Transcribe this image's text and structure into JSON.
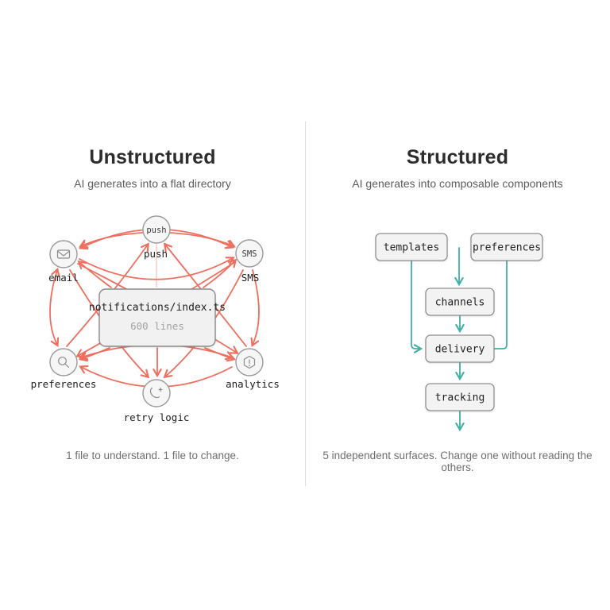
{
  "left": {
    "title": "Unstructured",
    "subtitle": "AI generates into a flat directory",
    "caption": "1 file to understand. 1 file to change.",
    "box": {
      "title": "notifications/index.ts",
      "subtitle": "600 lines"
    },
    "arrow_color": "#ee6f5f",
    "nodes": [
      {
        "id": "push",
        "label": "push",
        "circle_text": "push",
        "icon": "none"
      },
      {
        "id": "email",
        "label": "email",
        "circle_text": "",
        "icon": "envelope-icon"
      },
      {
        "id": "sms",
        "label": "SMS",
        "circle_text": "SMS",
        "icon": "none"
      },
      {
        "id": "preferences",
        "label": "preferences",
        "circle_text": "",
        "icon": "magnifier-icon"
      },
      {
        "id": "retry-logic",
        "label": "retry logic",
        "circle_text": "",
        "icon": "retry-call-icon"
      },
      {
        "id": "analytics",
        "label": "analytics",
        "circle_text": "",
        "icon": "shield-alert-icon"
      }
    ]
  },
  "right": {
    "title": "Structured",
    "subtitle": "AI generates into composable components",
    "caption": "5 independent surfaces. Change one without reading the others.",
    "arrow_color": "#3fb0a6",
    "nodes": [
      {
        "id": "templates",
        "label": "templates"
      },
      {
        "id": "preferences",
        "label": "preferences"
      },
      {
        "id": "channels",
        "label": "channels"
      },
      {
        "id": "delivery",
        "label": "delivery"
      },
      {
        "id": "tracking",
        "label": "tracking"
      }
    ]
  }
}
